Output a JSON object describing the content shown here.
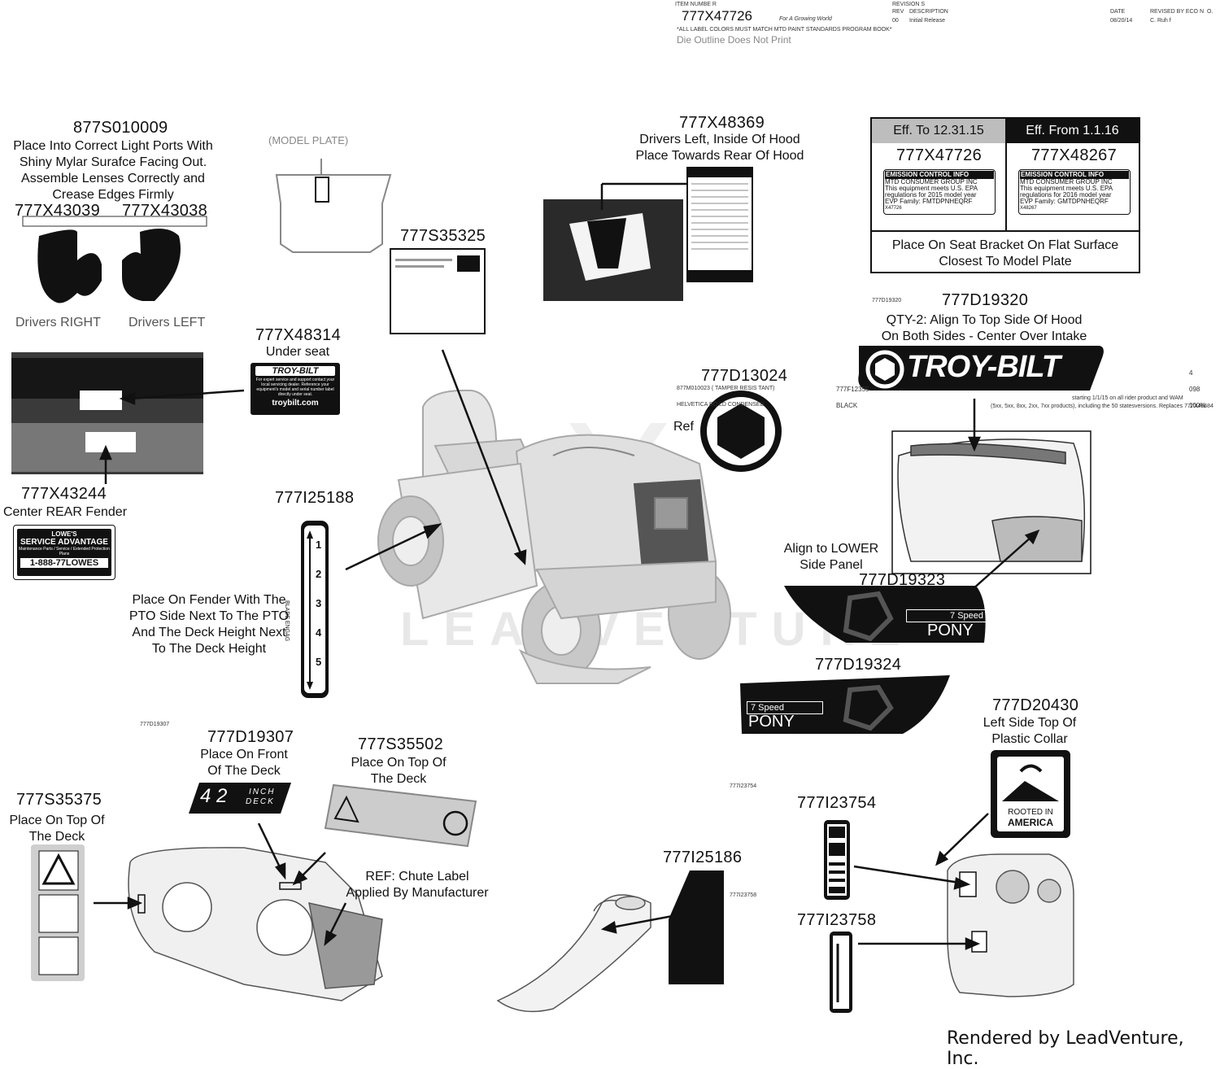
{
  "header": {
    "item_number_label": "ITEM NUMBE R",
    "item_number": "777X47726",
    "tagline": "For A Growing World",
    "colors_note": "*ALL LABEL COLORS MUST MATCH MTD PAINT STANDARDS PROGRAM BOOK*",
    "die_note": "Die Outline Does Not Print",
    "revision_label": "REVISION S",
    "rev_label": "REV",
    "description_label": "DESCRIPTION",
    "rev_value": "00",
    "rev_desc": "Initial Release",
    "date_label": "DATE",
    "date_value": "08/20/14",
    "revised_by_label": "REVISED BY ECO N",
    "revised_by_suffix": "O.",
    "revised_by_value": "C. Ruh f"
  },
  "labels": {
    "l877S010009": {
      "part": "877S010009",
      "desc": "Place Into Correct Light Ports With Shiny Mylar Surafce Facing Out. Assemble Lenses Correctly and Crease Edges Firmly"
    },
    "l777X43039": {
      "part": "777X43039"
    },
    "l777X43038": {
      "part": "777X43038"
    },
    "drivers_right": "Drivers RIGHT",
    "drivers_left": "Drivers LEFT",
    "model_plate": "(MODEL PLATE)",
    "l777S35325": {
      "part": "777S35325"
    },
    "l777X48369": {
      "part": "777X48369",
      "line1": "Drivers Left, Inside Of Hood",
      "line2": "Place Towards Rear Of Hood"
    },
    "l777X48314": {
      "part": "777X48314",
      "desc": "Under seat"
    },
    "l777X43244": {
      "part": "777X43244",
      "desc": "Center REAR Fender"
    },
    "lowes": {
      "brand": "LOWE'S",
      "title": "SERVICE ADVANTAGE",
      "sub": "Maintenance Parts / Service / Extended Protection Plans",
      "phone": "1-888-77LOWES"
    },
    "troybilt_small": {
      "brand": "TROY-BILT",
      "text": "For expert service and support contact your local servicing dealer. Reference your equipment's model and serial number label directly under seat.",
      "url": "troybilt.com"
    },
    "l777I25188": {
      "part": "777I25188",
      "desc": "Place On Fender With The PTO Side Next To The PTO And The Deck Height Next To The Deck Height"
    },
    "l777D13024": {
      "part": "777D13024",
      "ref": "Ref",
      "spec1": "877M010023 ( TAMPER RESIS TANT)",
      "spec2": "HELVETICA BO LD CONDENSED"
    },
    "emission": {
      "eff_to": "Eff. To 12.31.15",
      "eff_from": "Eff. From 1.1.16",
      "part_left": "777X47726",
      "part_right": "777X48267",
      "card_title": "EMISSION CONTROL INFO",
      "card_company": "MTD CONSUMER GROUP INC",
      "card_line_left": "This equipment meets U.S. EPA regulations for 2015 model year",
      "card_line_right": "This equipment meets U.S. EPA regulations for 2016 model year",
      "evp_left": "EVP Family: FMTDPNHEQRF",
      "evp_right": "EVP Family: GMTDPNHEQRF",
      "id_left": "X47726",
      "id_right": "X48267",
      "place_line1": "Place On Seat Bracket On Flat Surface",
      "place_line2": "Closest To Model Plate"
    },
    "l777D19320": {
      "part": "777D19320",
      "line1": "QTY-2: Align To Top Side Of Hood",
      "line2": "On Both Sides - Center Over Intake",
      "note_part": "777D19320",
      "spec_part": "777F12355",
      "spec_color": "BLACK",
      "count": "4",
      "code": "098",
      "pct": "100%",
      "note": "starting 1/1/15 on all rider product and WAM",
      "note2": "(5xx, 5xx, 8xx, 2xx, 7xx products), including the 50 statesversions. Replaces 777X46684"
    },
    "troybilt_big": "TROY-BILT",
    "align_lower": {
      "line1": "Align to LOWER",
      "line2": "Side Panel"
    },
    "l777D19323": {
      "part": "777D19323",
      "speed": "7 Speed",
      "model": "PONY"
    },
    "l777D19324": {
      "part": "777D19324",
      "speed": "7 Speed",
      "model": "PONY"
    },
    "l777D20430": {
      "part": "777D20430",
      "line1": "Left Side Top Of",
      "line2": "Plastic Collar",
      "badge1": "ROOTED IN",
      "badge2": "AMERICA"
    },
    "l777D19307": {
      "part": "777D19307",
      "line1": "Place On Front",
      "line2": "Of The Deck",
      "badge_num": "4 2",
      "badge_l1": "INCH",
      "badge_l2": "DECK",
      "note_part": "777D19307"
    },
    "l777S35502": {
      "part": "777S35502",
      "line1": "Place On Top Of",
      "line2": "The Deck"
    },
    "l777S35375": {
      "part": "777S35375",
      "line1": "Place On Top Of",
      "line2": "The Deck"
    },
    "chute": {
      "line1": "REF: Chute Label",
      "line2": "Applied By Manufacturer"
    },
    "l777I23754": {
      "part": "777I23754",
      "note_part": "777I23754"
    },
    "l777I25186": {
      "part": "777I25186"
    },
    "l777I23758": {
      "part": "777I23758",
      "note_part": "777I23758"
    },
    "pto": {
      "nums": [
        "1",
        "2",
        "3",
        "4",
        "5"
      ],
      "blade": "BLADE ENGAG"
    }
  },
  "watermark": "LEADVENTURE",
  "footer": "Rendered by LeadVenture, Inc."
}
